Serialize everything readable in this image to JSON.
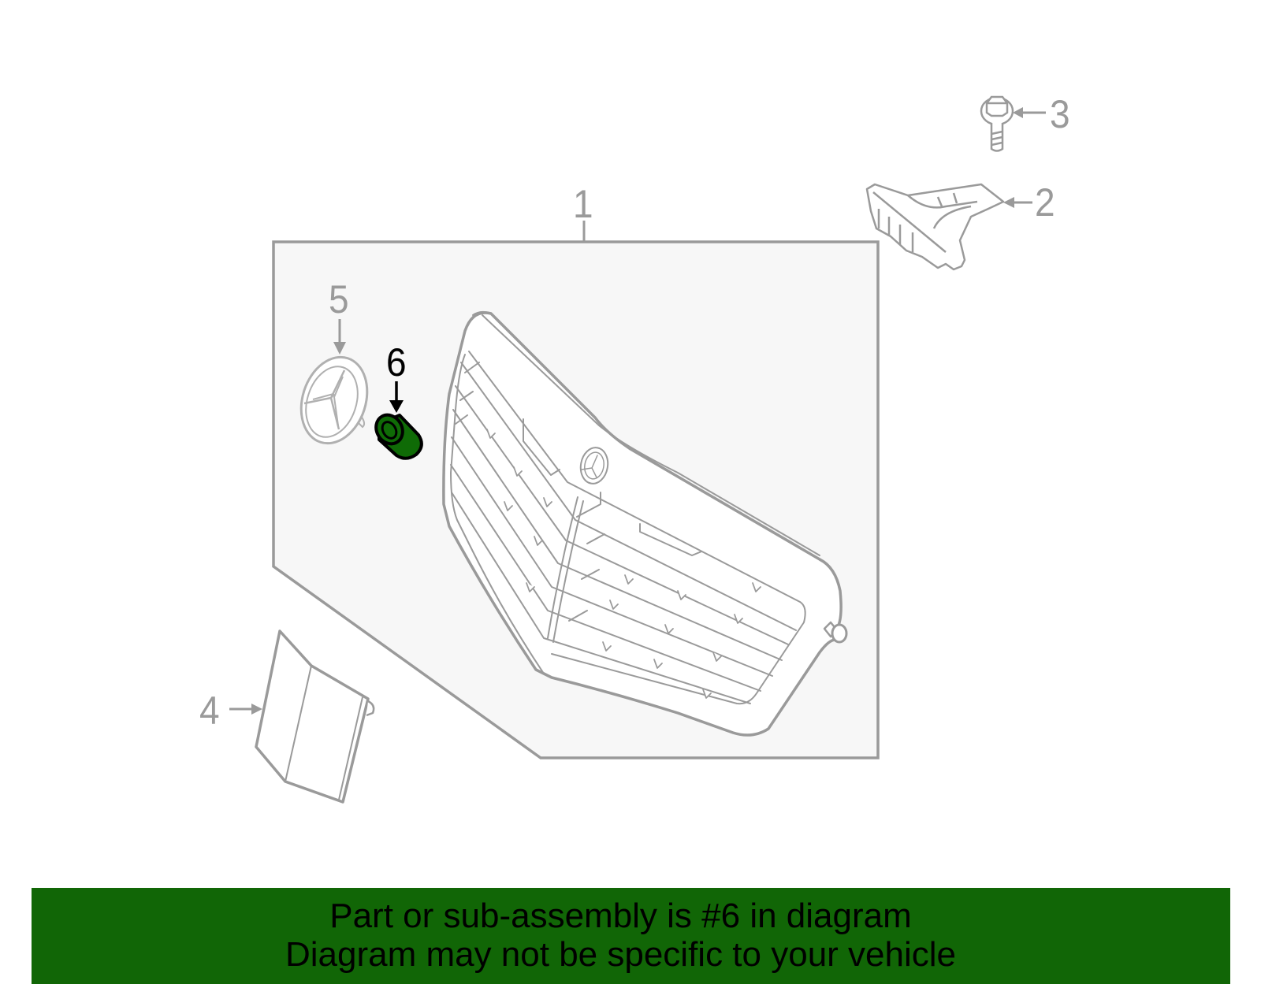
{
  "diagram": {
    "title": "Grille assembly exploded parts diagram",
    "highlighted_part": "6",
    "colors": {
      "line": "#9a9a9a",
      "panel_fill": "#f7f7f7",
      "highlight_fill": "#0f6b06",
      "highlight_outline": "#000000",
      "banner_bg": "#116606",
      "banner_text": "#000000"
    },
    "callouts": [
      {
        "number": "1",
        "part": "grille assembly"
      },
      {
        "number": "2",
        "part": "bracket"
      },
      {
        "number": "3",
        "part": "bolt"
      },
      {
        "number": "4",
        "part": "side trim panel"
      },
      {
        "number": "5",
        "part": "emblem"
      },
      {
        "number": "6",
        "part": "bushing / grommet",
        "highlighted": true
      }
    ]
  },
  "banner": {
    "line1": "Part or sub-assembly is #6 in diagram",
    "line2": "Diagram may not be specific to your vehicle"
  }
}
